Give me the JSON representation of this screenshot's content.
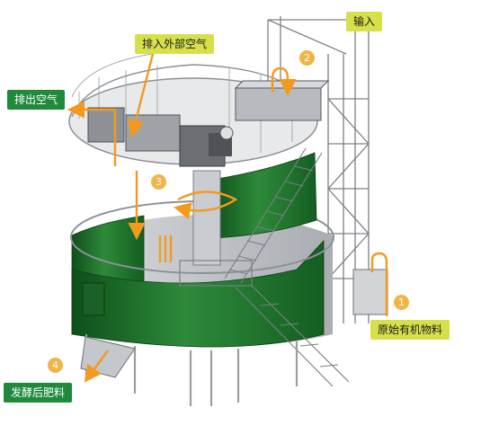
{
  "labels": {
    "input": "输入",
    "vent_external_air": "排入外部空气",
    "exhaust_air": "排出空气",
    "raw_organic_material": "原始有机物料",
    "fermented_fertilizer": "发酵后肥料"
  },
  "steps": [
    "1",
    "2",
    "3",
    "4"
  ],
  "colors": {
    "tank_green": "#1f7a2e",
    "label_yellow": "#d6e04a",
    "label_green": "#1f8a3a",
    "flow_orange": "#f39a1e",
    "badge_orange": "#f2b446",
    "steel_gray": "#b9bcc0"
  }
}
